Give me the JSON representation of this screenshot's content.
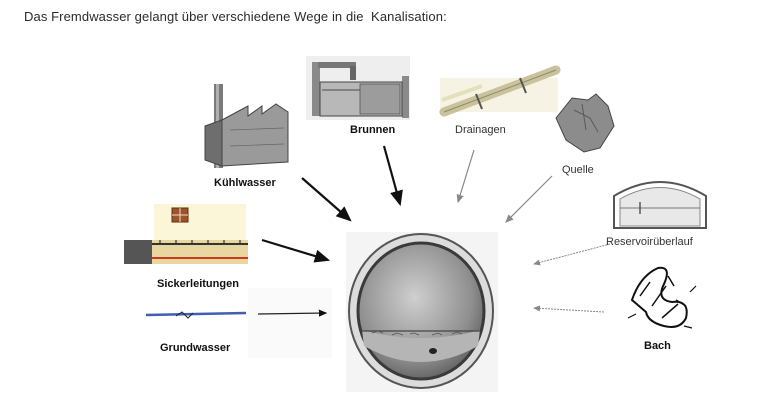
{
  "heading": "Das Fremdwasser gelangt über verschiedene Wege in die  Kanalisation:",
  "sources": {
    "kuehlwasser": "Kühlwasser",
    "brunnen": "Brunnen",
    "drainagen": "Drainagen",
    "quelle": "Quelle",
    "sickerleitungen": "Sickerleitungen",
    "reservoir": "Reservoirüberlauf",
    "grundwasser": "Grundwasser",
    "bach": "Bach"
  }
}
